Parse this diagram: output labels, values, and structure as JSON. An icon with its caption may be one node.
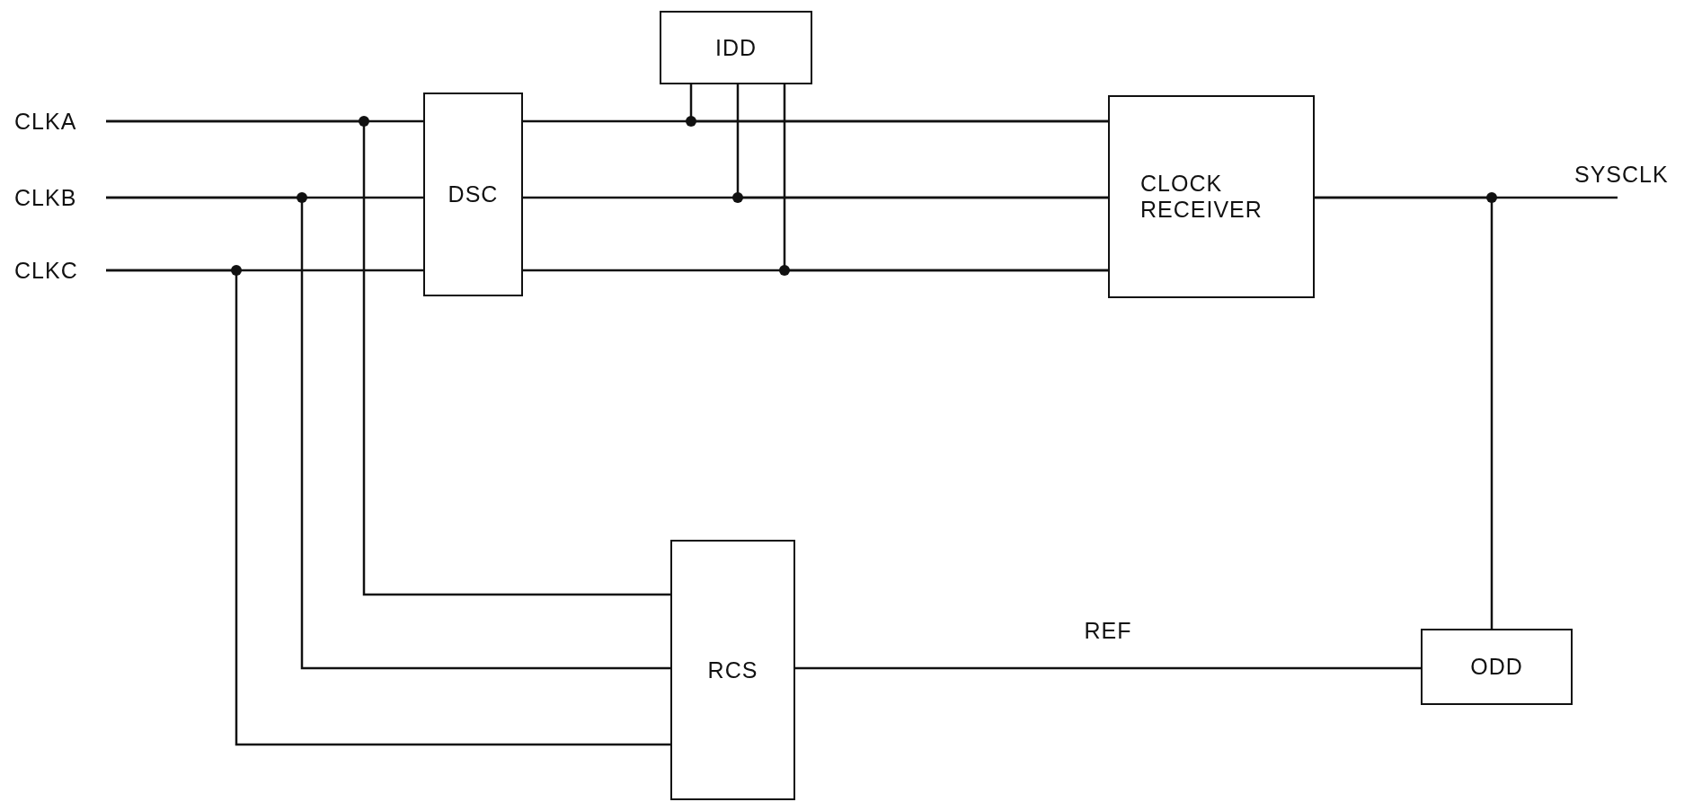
{
  "diagram": {
    "nodes": [
      {
        "text": [
          "CLKA"
        ]
      },
      {
        "text": [
          "CLKB"
        ]
      },
      {
        "text": [
          "CLKC"
        ]
      },
      {
        "text": [
          "IDD"
        ]
      },
      {
        "text": [
          "DSC"
        ]
      },
      {
        "text": [
          "CLOCK RECEIVER"
        ]
      },
      {
        "text": [
          "SYSCLK"
        ]
      },
      {
        "text": [
          "RCS"
        ]
      },
      {
        "text": [
          "ODD"
        ]
      }
    ],
    "edges": [
      {
        "from": 0,
        "to": 4,
        "arrow": "none"
      },
      {
        "from": 1,
        "to": 4,
        "arrow": "none"
      },
      {
        "from": 2,
        "to": 4,
        "arrow": "none"
      },
      {
        "from": 0,
        "to": 7,
        "arrow": "none"
      },
      {
        "from": 1,
        "to": 7,
        "arrow": "none"
      },
      {
        "from": 2,
        "to": 7,
        "arrow": "none"
      },
      {
        "from": 4,
        "to": 5,
        "arrow": "none"
      },
      {
        "from": 4,
        "to": 5,
        "arrow": "none"
      },
      {
        "from": 4,
        "to": 5,
        "arrow": "none"
      },
      {
        "from": 3,
        "to": 5,
        "arrow": "none"
      },
      {
        "from": 3,
        "to": 5,
        "arrow": "none"
      },
      {
        "from": 3,
        "to": 5,
        "arrow": "none"
      },
      {
        "from": 5,
        "to": 6,
        "arrow": "none"
      },
      {
        "from": 5,
        "to": 8,
        "arrow": "none"
      },
      {
        "from": 7,
        "to": 8,
        "arrow": "none",
        "label": "REF"
      }
    ]
  }
}
